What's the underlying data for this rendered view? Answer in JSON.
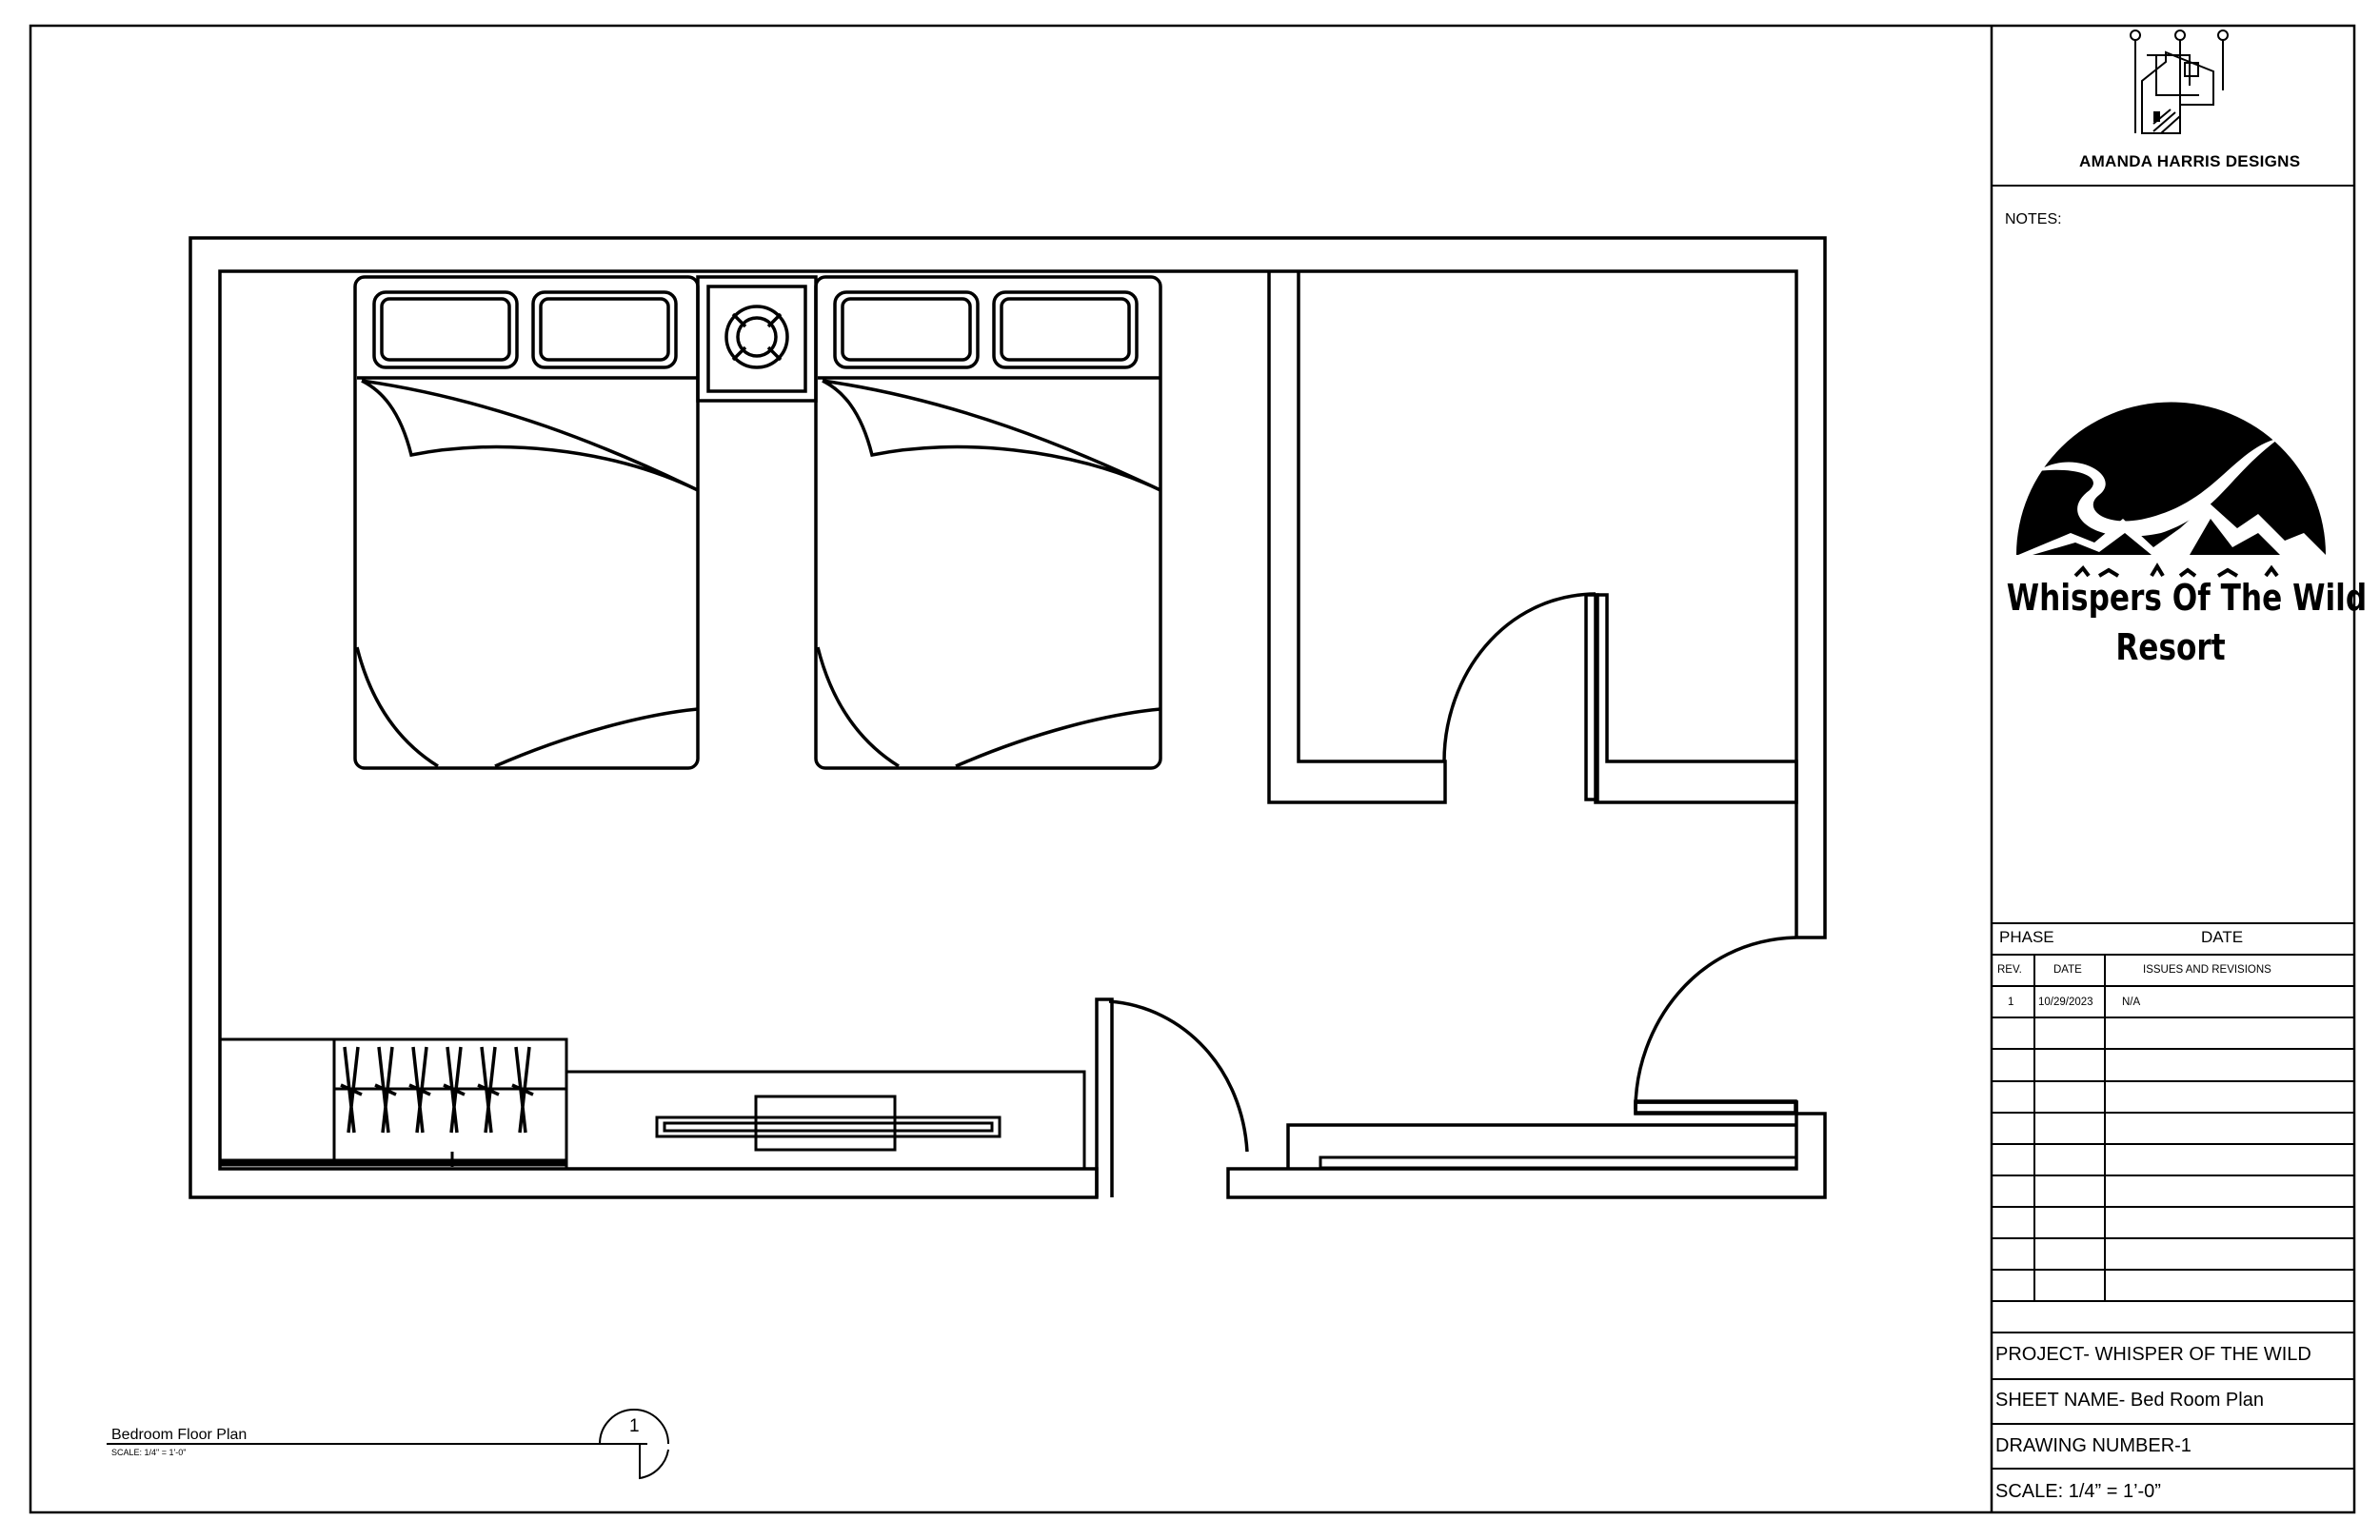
{
  "drawing": {
    "title": "Bedroom Floor Plan",
    "scale_note": "SCALE: 1/4\" = 1'-0\"",
    "number": "1"
  },
  "title_block": {
    "company": "AMANDA HARRIS DESIGNS",
    "notes_label": "NOTES:",
    "resort_name_line1": "Whispers Of The Wild",
    "resort_name_line2": "Resort",
    "phase_label": "PHASE",
    "date_label": "DATE",
    "revisions_table": {
      "headers": [
        "REV.",
        "DATE",
        "ISSUES AND REVISIONS"
      ],
      "rows": [
        {
          "rev": "1",
          "date": "10/29/2023",
          "issue": "N/A"
        }
      ]
    },
    "project": "PROJECT- WHISPER OF THE WILD",
    "sheet_name": "SHEET NAME- Bed Room Plan",
    "drawing_number": "DRAWING NUMBER-1",
    "scale": "SCALE: 1/4” = 1’-0”"
  },
  "colors": {
    "line": "#000000",
    "paper": "#ffffff"
  },
  "icons": [
    "house-logo-icon",
    "mountain-resort-logo-icon"
  ]
}
